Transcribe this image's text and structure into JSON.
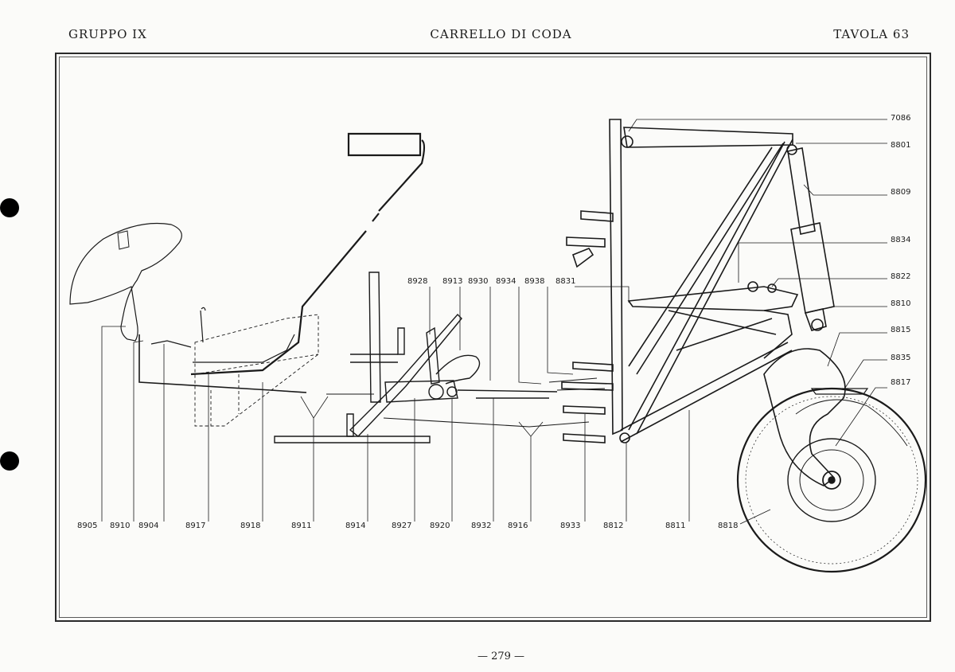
{
  "header": {
    "group": "GRUPPO IX",
    "title": "CARRELLO DI CODA",
    "plate": "TAVOLA 63"
  },
  "page_number": "— 279 —",
  "labels": {
    "bottom": [
      "8905",
      "8910",
      "8904",
      "8917",
      "8918",
      "8911",
      "8914",
      "8927",
      "8920",
      "8932",
      "8916",
      "8933",
      "8812",
      "8811",
      "8818"
    ],
    "top": [
      "8928",
      "8913",
      "8930",
      "8934",
      "8938",
      "8831"
    ],
    "right": [
      "7086",
      "8801",
      "8809",
      "8834",
      "8822",
      "8810",
      "8815",
      "8835",
      "8817"
    ]
  },
  "colors": {
    "ink": "#1a1a1a",
    "paper": "#fbfbf9"
  }
}
